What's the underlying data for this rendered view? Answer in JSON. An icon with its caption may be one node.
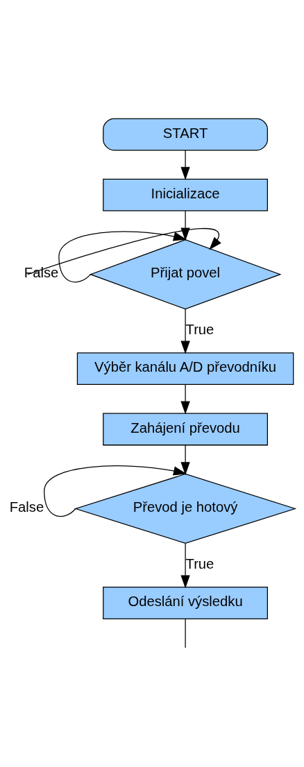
{
  "diagram": {
    "nodes": [
      {
        "text": [
          "START"
        ]
      },
      {
        "text": [
          "Inicializace"
        ]
      },
      {
        "text": [
          "Přijat povel"
        ]
      },
      {
        "text": [
          "Výběr kanálu A/D převodníku"
        ]
      },
      {
        "text": [
          "Zahájení převodu"
        ]
      },
      {
        "text": [
          "Převod je hotový"
        ]
      },
      {
        "text": [
          "Odeslání výsledku"
        ]
      }
    ],
    "edges": [
      {
        "from": 0,
        "to": 1,
        "arrow": "to"
      },
      {
        "from": 1,
        "to": 2,
        "arrow": "to"
      },
      {
        "from": 2,
        "to": 2,
        "arrow": "to",
        "label": "False"
      },
      {
        "from": null,
        "to": 2,
        "arrow": "to"
      },
      {
        "from": 2,
        "to": 3,
        "arrow": "to",
        "label": "True"
      },
      {
        "from": 3,
        "to": 4,
        "arrow": "to"
      },
      {
        "from": 4,
        "to": 5,
        "arrow": "to"
      },
      {
        "from": 5,
        "to": 5,
        "arrow": "to",
        "label": "False"
      },
      {
        "from": 5,
        "to": 6,
        "arrow": "to",
        "label": "True"
      },
      {
        "from": 6,
        "to": null,
        "arrow": "none"
      }
    ]
  }
}
